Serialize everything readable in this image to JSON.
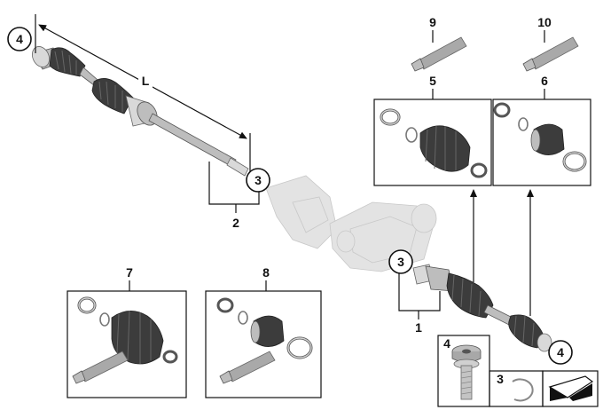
{
  "callouts": {
    "shaft_left_4": "4",
    "length_label": "L",
    "shaft_left_3": "3",
    "shaft_left_2": "2",
    "paste_9": "9",
    "paste_10": "10",
    "kit_5": "5",
    "kit_6": "6",
    "kit_7": "7",
    "kit_8": "8",
    "shaft_right_3": "3",
    "shaft_right_1": "1",
    "shaft_right_4": "4",
    "legend_bolt_4": "4",
    "legend_ring_3": "3"
  }
}
